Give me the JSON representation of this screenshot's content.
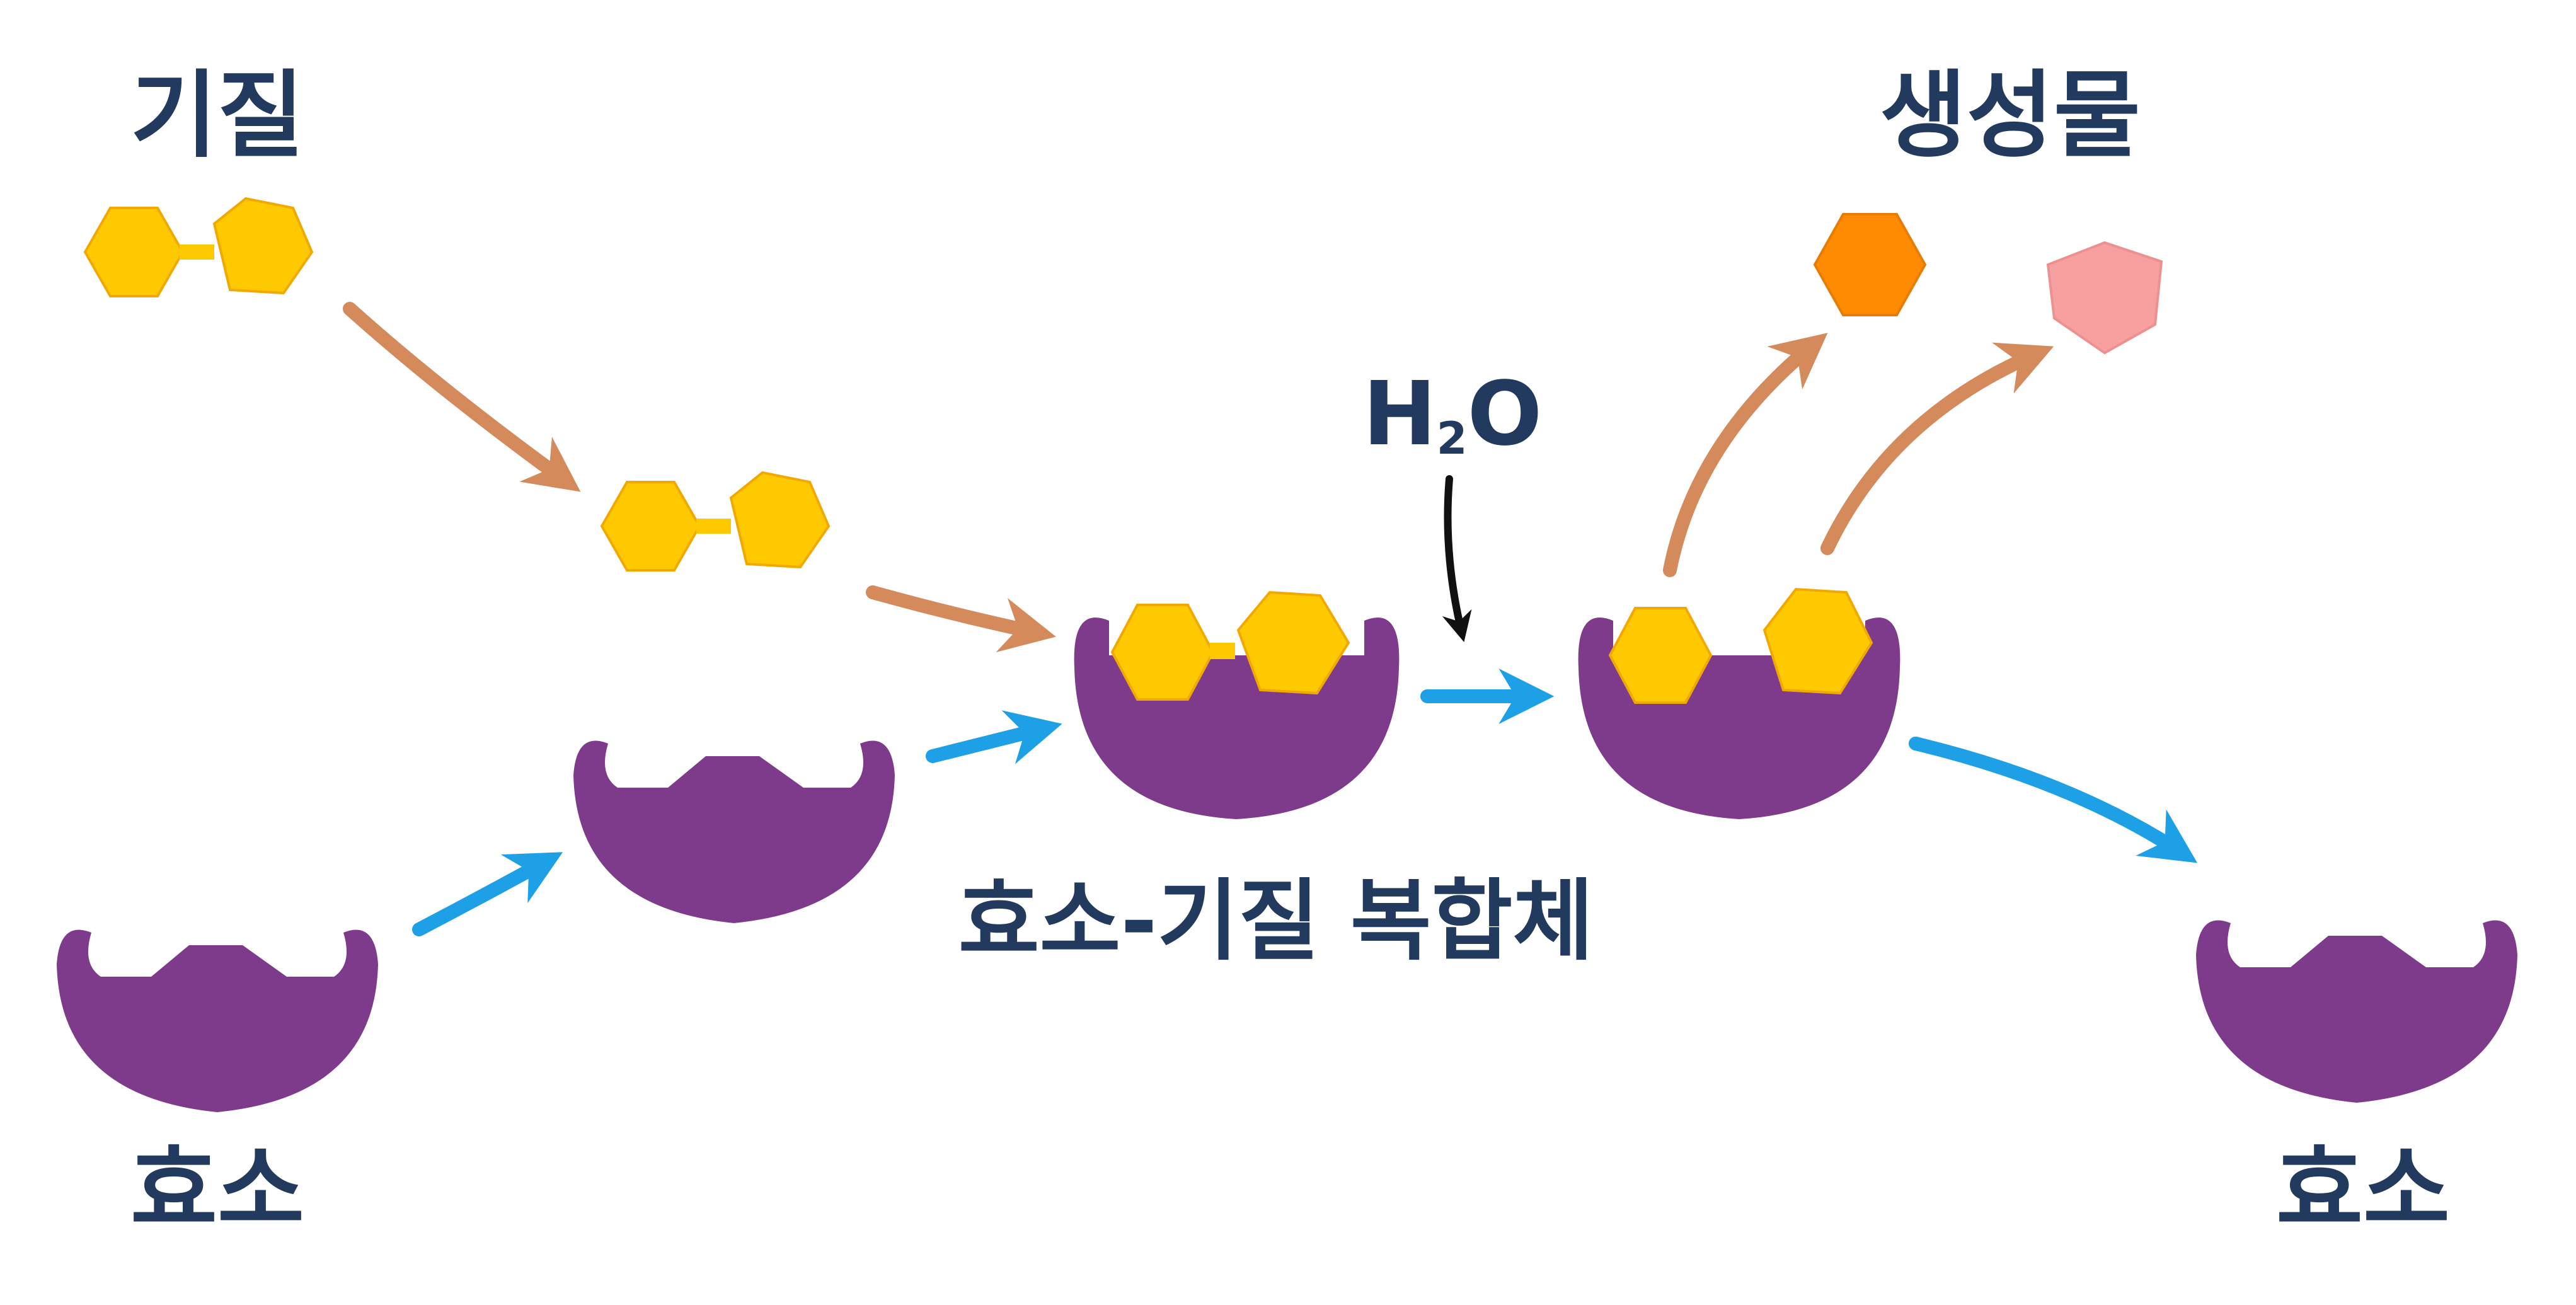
{
  "labels": {
    "substrate": "기질",
    "products": "생성물",
    "complex": "효소-기질 복합체",
    "enzyme_left": "효소",
    "enzyme_right": "효소",
    "water_main": "H",
    "water_sub": "2",
    "water_end": "O"
  },
  "colors": {
    "substrate": "#ffc900",
    "substrate_edge": "#f1a900",
    "enzyme": "#7e3b8b",
    "arrow_substrate": "#d58a5c",
    "arrow_enzyme": "#1ea0e6",
    "arrow_water": "#111111",
    "product_hexagon": "#ff8c00",
    "product_pentagon": "#f7a0a0",
    "label": "#223a5e"
  },
  "icons": {
    "substrate": "double-hexagon-molecule",
    "enzyme": "enzyme-cup",
    "product_1": "hexagon-product",
    "product_2": "pentagon-product"
  }
}
